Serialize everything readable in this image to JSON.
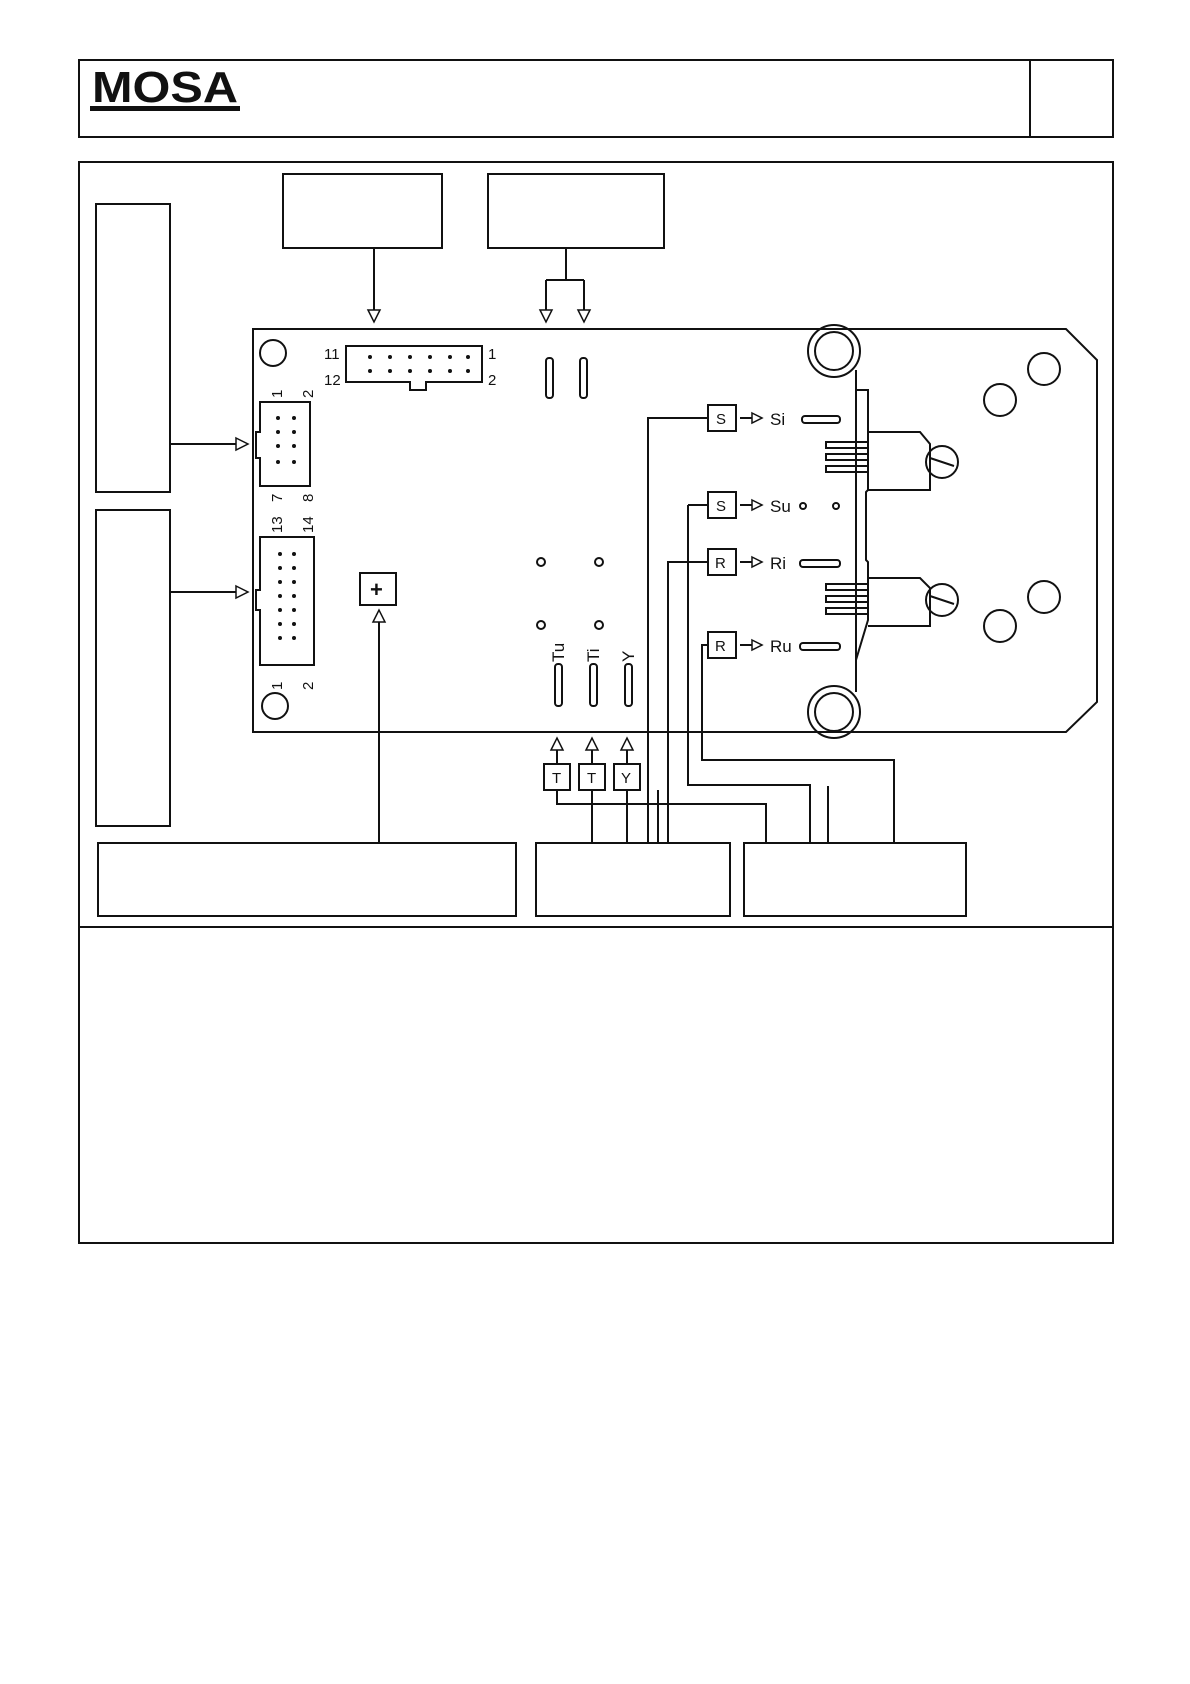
{
  "header": {
    "logo_text": "MOSA",
    "colors": {
      "ink": "#111111",
      "paper": "#ffffff"
    }
  },
  "diagram": {
    "connector_top": {
      "pin_left_top": "11",
      "pin_left_bottom": "12",
      "pin_right_top": "1",
      "pin_right_bottom": "2"
    },
    "connector_left_upper": {
      "pin_top_left": "1",
      "pin_top_right": "2",
      "pin_bottom_left": "7",
      "pin_bottom_right": "8"
    },
    "connector_left_lower": {
      "pin_top_left": "13",
      "pin_top_right": "14",
      "pin_bottom_left": "1",
      "pin_bottom_right": "2"
    },
    "trimmer_symbol": "+",
    "components_right": [
      {
        "box": "S",
        "label": "Si"
      },
      {
        "box": "S",
        "label": "Su"
      },
      {
        "box": "R",
        "label": "Ri"
      },
      {
        "box": "R",
        "label": "Ru"
      }
    ],
    "test_points": [
      {
        "label": "Tu",
        "box": "T"
      },
      {
        "label": "Ti",
        "box": "T"
      },
      {
        "label": "Y",
        "box": "Y"
      }
    ]
  }
}
